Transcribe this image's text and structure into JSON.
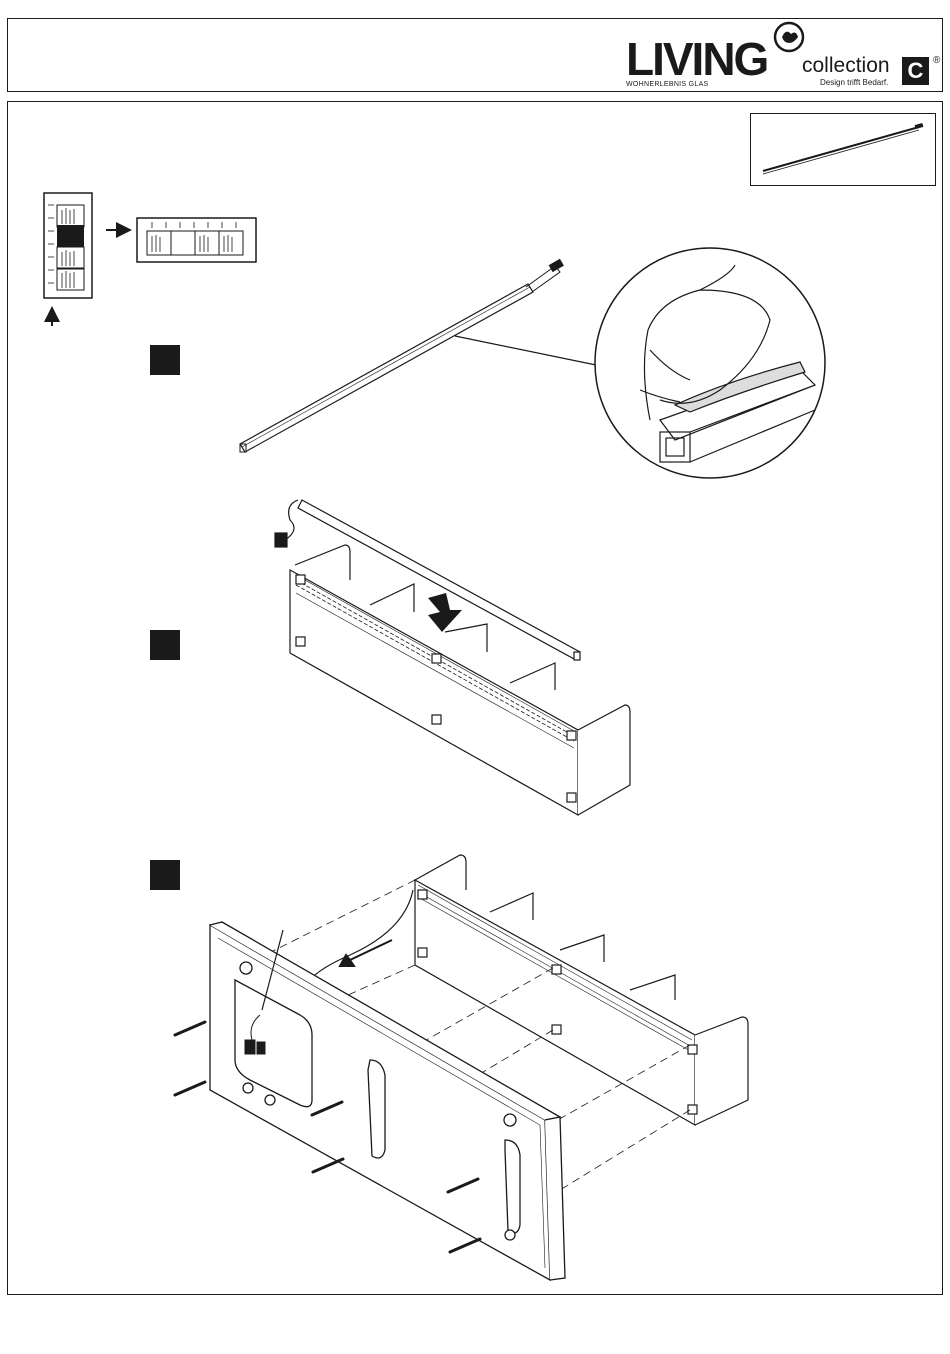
{
  "header": {
    "brand_name": "LIVING",
    "brand_tagline": "WOHNERLEBNIS GLAS",
    "collection_label": "collection",
    "collection_letter": "C",
    "registered_mark": "®",
    "motto": "Design trifft Bedarf."
  },
  "icons": [
    "heart-logo-icon",
    "arrow-right-icon",
    "arrow-up-icon",
    "arrow-down-icon",
    "arrow-left-icon"
  ],
  "colors": {
    "ink": "#1a1a1a",
    "paper": "#ffffff",
    "badge": "#1a1a1a"
  }
}
